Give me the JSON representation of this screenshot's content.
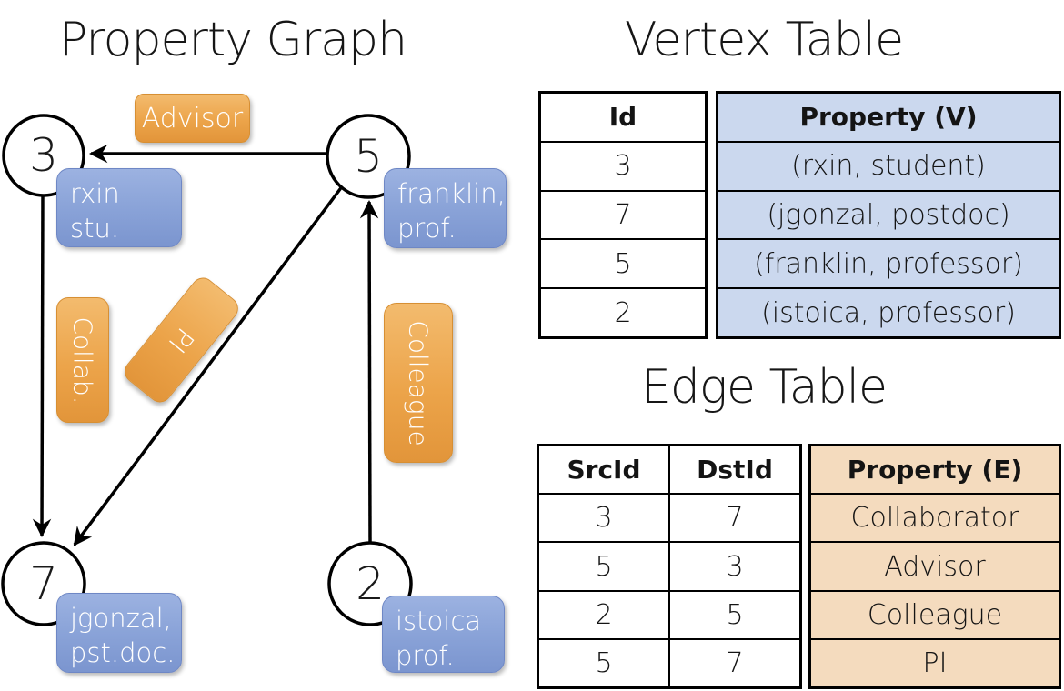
{
  "graph": {
    "title": "Property Graph",
    "nodes": [
      {
        "id": "3",
        "line1": "rxin",
        "line2": "stu."
      },
      {
        "id": "5",
        "line1": "franklin,",
        "line2": "prof."
      },
      {
        "id": "7",
        "line1": "jgonzal,",
        "line2": "pst.doc."
      },
      {
        "id": "2",
        "line1": "istoica",
        "line2": "prof."
      }
    ],
    "edge_labels": [
      {
        "text": "Advisor"
      },
      {
        "text": "Collab."
      },
      {
        "text": "PI"
      },
      {
        "text": "Colleague"
      }
    ],
    "edges_drawn": [
      {
        "from": "5",
        "to": "3",
        "label": "Advisor"
      },
      {
        "from": "3",
        "to": "7",
        "label": "Collab."
      },
      {
        "from": "5",
        "to": "7",
        "label": "PI"
      },
      {
        "from": "2",
        "to": "5",
        "label": "Colleague"
      }
    ]
  },
  "vertex_table": {
    "title": "Vertex Table",
    "columns": [
      "Id",
      "Property (V)"
    ],
    "rows": [
      [
        "3",
        "(rxin, student)"
      ],
      [
        "7",
        "(jgonzal, postdoc)"
      ],
      [
        "5",
        "(franklin, professor)"
      ],
      [
        "2",
        "(istoica, professor)"
      ]
    ]
  },
  "edge_table": {
    "title": "Edge Table",
    "columns": [
      "SrcId",
      "DstId",
      "Property (E)"
    ],
    "rows": [
      [
        "3",
        "7",
        "Collaborator"
      ],
      [
        "5",
        "3",
        "Advisor"
      ],
      [
        "2",
        "5",
        "Colleague"
      ],
      [
        "5",
        "7",
        "PI"
      ]
    ]
  },
  "colors": {
    "edge_label_orange": "#eca44a",
    "vertex_label_blue": "#8aa3d8",
    "vertex_cell_bg": "#cbd8ee",
    "edge_cell_bg": "#f4dbbe",
    "line_black": "#000000",
    "node_fill": "#ffffff",
    "text_white": "#ffffff"
  }
}
